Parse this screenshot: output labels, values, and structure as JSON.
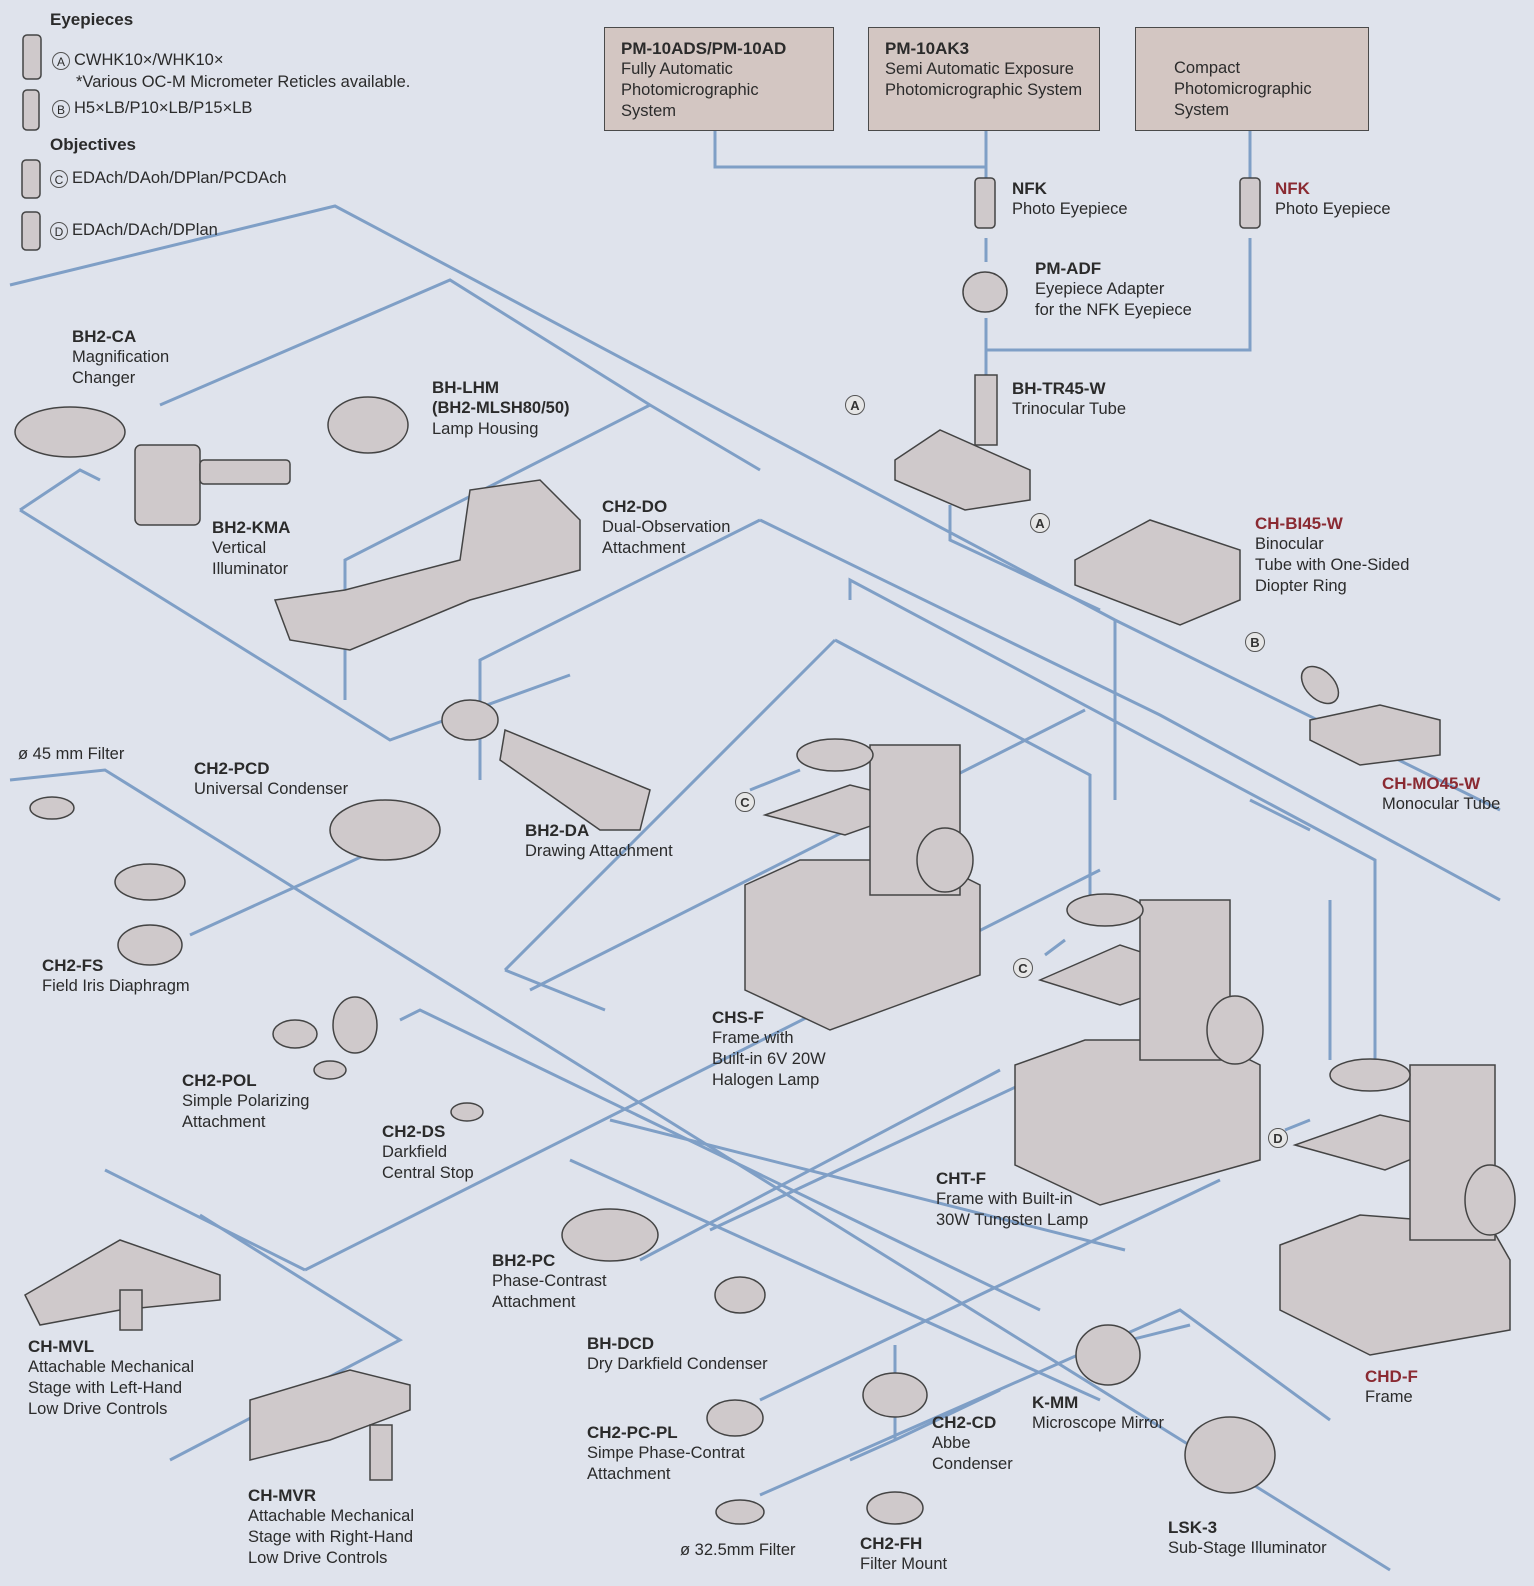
{
  "legend": {
    "eyepieces_header": "Eyepieces",
    "objectives_header": "Objectives",
    "items": [
      {
        "badge": "A",
        "text": "CWHK10×/WHK10×",
        "note": "*Various OC-M Micrometer Reticles available."
      },
      {
        "badge": "B",
        "text": "H5×LB/P10×LB/P15×LB"
      },
      {
        "badge": "C",
        "text": "EDAch/DAoh/DPlan/PCDAch"
      },
      {
        "badge": "D",
        "text": "EDAch/DAch/DPlan"
      }
    ]
  },
  "systems": [
    {
      "code": "PM-10ADS/PM-10AD",
      "desc": "Fully Automatic Photomicrographic System"
    },
    {
      "code": "PM-10AK3",
      "desc": "Semi Automatic Exposure Photomicrographic System"
    },
    {
      "code": "",
      "desc": "Compact Photomicrographic System"
    }
  ],
  "components": [
    {
      "id": "nfk1",
      "code": "NFK",
      "lines": [
        "Photo Eyepiece"
      ]
    },
    {
      "id": "nfk2",
      "code": "NFK",
      "lines": [
        "Photo Eyepiece"
      ]
    },
    {
      "id": "pmadf",
      "code": "PM-ADF",
      "lines": [
        "Eyepiece Adapter",
        "for the NFK Eyepiece"
      ]
    },
    {
      "id": "bhtr",
      "code": "BH-TR45-W",
      "lines": [
        "Trinocular Tube"
      ]
    },
    {
      "id": "chbi",
      "code": "CH-BI45-W",
      "lines": [
        "Binocular",
        "Tube with One-Sided",
        "Diopter Ring"
      ]
    },
    {
      "id": "chmo",
      "code": "CH-MO45-W",
      "lines": [
        "Monocular Tube"
      ]
    },
    {
      "id": "bh2ca",
      "code": "BH2-CA",
      "lines": [
        "Magnification",
        "Changer"
      ]
    },
    {
      "id": "bhlhm",
      "code": "BH-LHM",
      "lines": [
        "(BH2-MLSH80/50)",
        "Lamp Housing"
      ]
    },
    {
      "id": "bh2kma",
      "code": "BH2-KMA",
      "lines": [
        "Vertical",
        "Illuminator"
      ]
    },
    {
      "id": "ch2do",
      "code": "CH2-DO",
      "lines": [
        "Dual-Observation",
        "Attachment"
      ]
    },
    {
      "id": "bh2da",
      "code": "BH2-DA",
      "lines": [
        "Drawing Attachment"
      ]
    },
    {
      "id": "ch2pcd",
      "code": "CH2-PCD",
      "lines": [
        "Universal Condenser"
      ]
    },
    {
      "id": "filter45",
      "code": "",
      "lines": [
        "ø 45 mm Filter"
      ]
    },
    {
      "id": "ch2fs",
      "code": "CH2-FS",
      "lines": [
        "Field Iris Diaphragm"
      ]
    },
    {
      "id": "ch2pol",
      "code": "CH2-POL",
      "lines": [
        "Simple Polarizing",
        "Attachment"
      ]
    },
    {
      "id": "ch2ds",
      "code": "CH2-DS",
      "lines": [
        "Darkfield",
        "Central Stop"
      ]
    },
    {
      "id": "chsf",
      "code": "CHS-F",
      "lines": [
        "Frame with",
        "Built-in 6V 20W",
        "Halogen Lamp"
      ]
    },
    {
      "id": "chtf",
      "code": "CHT-F",
      "lines": [
        "Frame with Built-in",
        "30W Tungsten Lamp"
      ]
    },
    {
      "id": "chdf",
      "code": "CHD-F",
      "lines": [
        "Frame"
      ]
    },
    {
      "id": "bh2pc",
      "code": "BH2-PC",
      "lines": [
        "Phase-Contrast",
        "Attachment"
      ]
    },
    {
      "id": "bhdcd",
      "code": "BH-DCD",
      "lines": [
        "Dry Darkfield Condenser"
      ]
    },
    {
      "id": "chmvl",
      "code": "CH-MVL",
      "lines": [
        "Attachable Mechanical",
        "Stage with Left-Hand",
        "Low Drive Controls"
      ]
    },
    {
      "id": "chmvr",
      "code": "CH-MVR",
      "lines": [
        "Attachable Mechanical",
        "Stage with Right-Hand",
        "Low Drive Controls"
      ]
    },
    {
      "id": "ch2pcpl",
      "code": "CH2-PC-PL",
      "lines": [
        "Simpe Phase-Contrat",
        "Attachment"
      ]
    },
    {
      "id": "filter325",
      "code": "",
      "lines": [
        "ø 32.5mm Filter"
      ]
    },
    {
      "id": "ch2cd",
      "code": "CH2-CD",
      "lines": [
        "Abbe",
        "Condenser"
      ]
    },
    {
      "id": "ch2fh",
      "code": "CH2-FH",
      "lines": [
        "Filter Mount"
      ]
    },
    {
      "id": "kmm",
      "code": "K-MM",
      "lines": [
        "Microscope Mirror"
      ]
    },
    {
      "id": "lsk3",
      "code": "LSK-3",
      "lines": [
        "Sub-Stage Illuminator"
      ]
    }
  ],
  "badges": [
    "A",
    "A",
    "B",
    "C",
    "C",
    "D"
  ],
  "colors": {
    "background": "#dfe3ec",
    "line": "#7f9fc6",
    "box": "#d3c6c2",
    "accent": "#8a2a32"
  }
}
